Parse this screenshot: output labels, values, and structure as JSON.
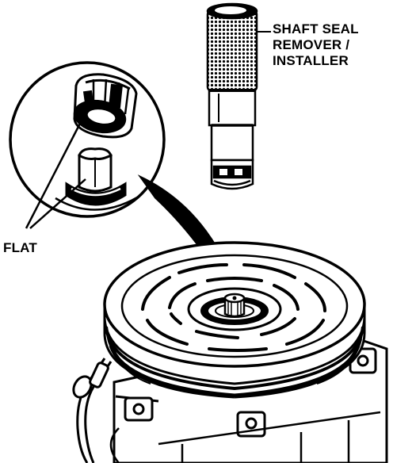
{
  "labels": {
    "tool_line1": "SHAFT SEAL",
    "tool_line2": "REMOVER /",
    "tool_line3": "INSTALLER",
    "flat": "FLAT"
  },
  "colors": {
    "ink": "#000000",
    "paper": "#ffffff"
  }
}
